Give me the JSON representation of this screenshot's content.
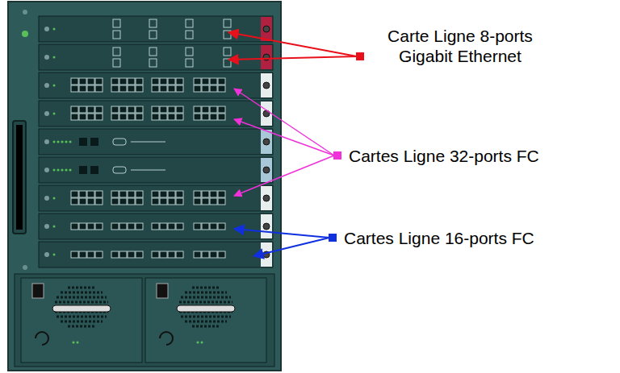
{
  "diagram": {
    "labels": [
      "Carte Ligne 8-ports Gigabit Ethernet",
      "Cartes Ligne 32-ports FC",
      "Cartes Ligne 16-ports FC"
    ]
  }
}
